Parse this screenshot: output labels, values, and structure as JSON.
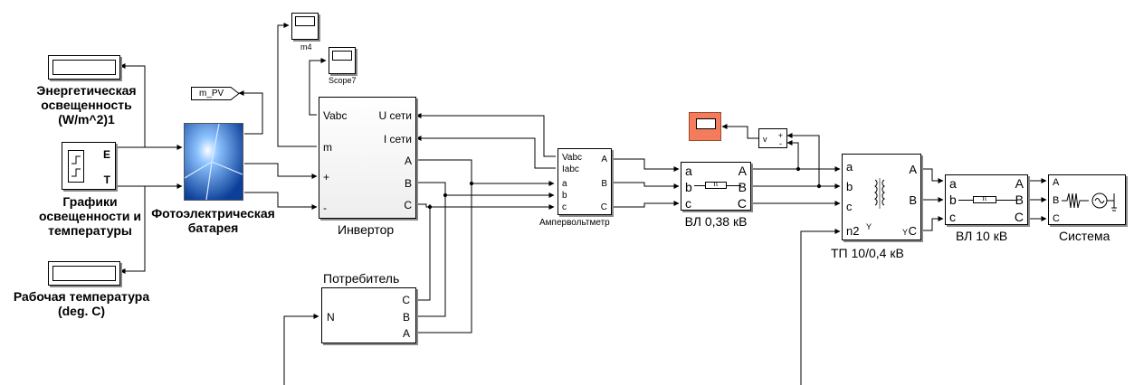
{
  "blocks": {
    "irradiance_display": {
      "label": "Энергетическая освещенность (W/m^2)1"
    },
    "signal_builder": {
      "label": "Графики освещенности и температуры",
      "port_e": "E",
      "port_t": "T"
    },
    "temperature_display": {
      "label": "Рабочая температура (deg. C)"
    },
    "m_pv_goto": {
      "label": "m_PV"
    },
    "pv_array": {
      "label": "Фотоэлектрическая батарея"
    },
    "scope_m4": {
      "label": "m4"
    },
    "scope7": {
      "label": "Scope7"
    },
    "inverter": {
      "label": "Инвертор",
      "ports_in": [
        "Vabc",
        "m",
        "+",
        "-"
      ],
      "ports_out": [
        "U сети",
        "I сети",
        "A",
        "B",
        "C"
      ]
    },
    "meter": {
      "label": "Ампервольтметр",
      "ports_in": [
        "Vabc",
        "Iabc",
        "a",
        "b",
        "c"
      ],
      "ports_out": [
        "A",
        "B",
        "C"
      ]
    },
    "line_038": {
      "label": "ВЛ 0,38 кВ",
      "ports_in": [
        "a",
        "b",
        "c"
      ],
      "ports_out": [
        "A",
        "B",
        "C"
      ],
      "symbol": "π"
    },
    "voltage_meter": {
      "label": "v",
      "plus": "+",
      "minus": "-"
    },
    "transformer": {
      "label": "ТП 10/0,4 кВ",
      "ports_in": [
        "a",
        "b",
        "c",
        "n2"
      ],
      "ports_out": [
        "A",
        "B",
        "C"
      ],
      "winding_marks": [
        "Y",
        "Y"
      ]
    },
    "line_10": {
      "label": "ВЛ 10 кВ",
      "ports_in": [
        "a",
        "b",
        "c"
      ],
      "ports_out": [
        "A",
        "B",
        "C"
      ],
      "symbol": "π"
    },
    "system": {
      "label": "Система",
      "ports": [
        "A",
        "B",
        "C"
      ]
    },
    "consumer": {
      "label": "Потребитель",
      "port_n": "N",
      "ports": [
        "C",
        "B",
        "A"
      ]
    }
  },
  "colors": {
    "scope_orange": "#f47c5c",
    "pv_blue": "#1f63c6",
    "panel_fill": "#f2f2f2"
  }
}
